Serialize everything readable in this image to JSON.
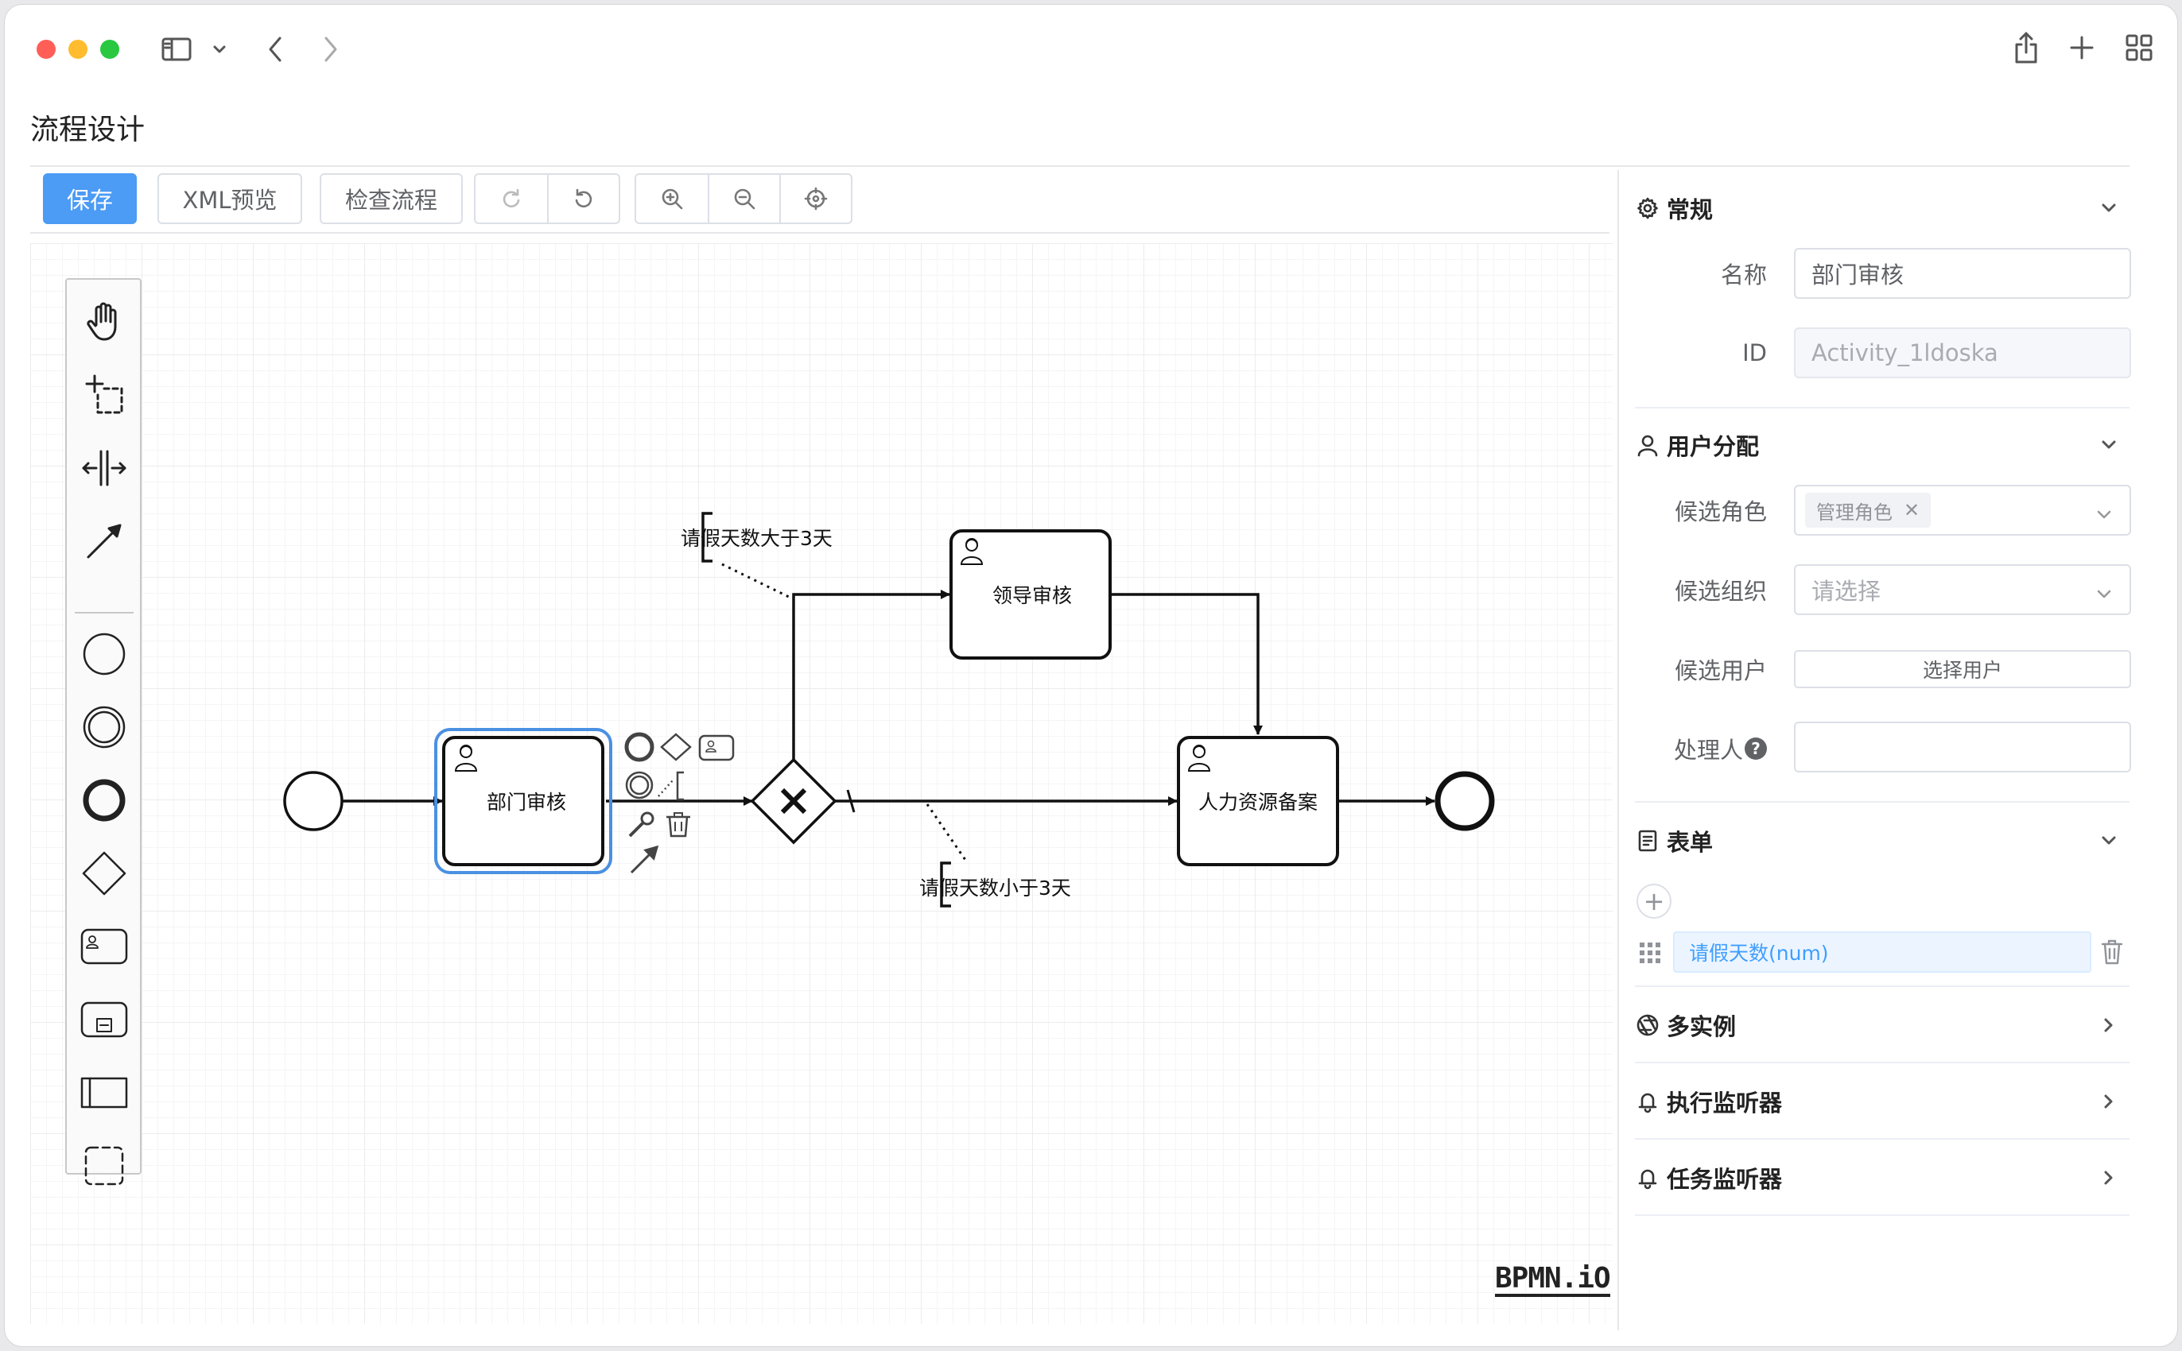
{
  "window": {
    "controls": [
      "close",
      "minimize",
      "zoom"
    ],
    "colors": {
      "close": "#ff5f57",
      "minimize": "#febc2e",
      "zoom": "#28c840"
    }
  },
  "titlebar_icons": [
    "sidebar-icon",
    "chevron-down-icon",
    "back-arrow-icon",
    "forward-arrow-icon",
    "share-icon",
    "plus-icon",
    "grid-icon"
  ],
  "page": {
    "title": "流程设计"
  },
  "toolbar": {
    "save": "保存",
    "xml_preview": "XML预览",
    "check_flow": "检查流程",
    "accent": "#4c9bf4",
    "icon_buttons": [
      "redo-icon",
      "undo-icon",
      "zoom-in-icon",
      "zoom-out-icon",
      "fit-center-icon"
    ]
  },
  "palette": {
    "tools": [
      "hand-tool-icon",
      "lasso-tool-icon",
      "space-tool-icon",
      "global-connect-icon"
    ],
    "shapes": [
      "start-event-icon",
      "intermediate-event-icon",
      "end-event-icon",
      "gateway-icon",
      "user-task-icon",
      "subprocess-icon",
      "pool-icon",
      "group-icon"
    ]
  },
  "diagram": {
    "tasks": {
      "dept_review": "部门审核",
      "leader_review": "领导审核",
      "hr_record": "人力资源备案"
    },
    "annotations": {
      "more_than_3": "请假天数大于3天",
      "less_than_3": "请假天数小于3天"
    },
    "selection_color": "#4a90e2",
    "watermark": "BPMN.iO"
  },
  "panel": {
    "general": {
      "title": "常规",
      "name_label": "名称",
      "name_value": "部门审核",
      "id_label": "ID",
      "id_value": "Activity_1ldoska"
    },
    "assignment": {
      "title": "用户分配",
      "candidate_role_label": "候选角色",
      "candidate_role_tag": "管理角色",
      "candidate_org_label": "候选组织",
      "candidate_org_placeholder": "请选择",
      "candidate_user_label": "候选用户",
      "select_user_button": "选择用户",
      "handler_label": "处理人",
      "handler_help": "?",
      "handler_value": ""
    },
    "form": {
      "title": "表单",
      "add": "+",
      "fields": [
        "请假天数(num)"
      ]
    },
    "multi_instance": {
      "title": "多实例"
    },
    "execution_listener": {
      "title": "执行监听器"
    },
    "task_listener": {
      "title": "任务监听器"
    }
  }
}
